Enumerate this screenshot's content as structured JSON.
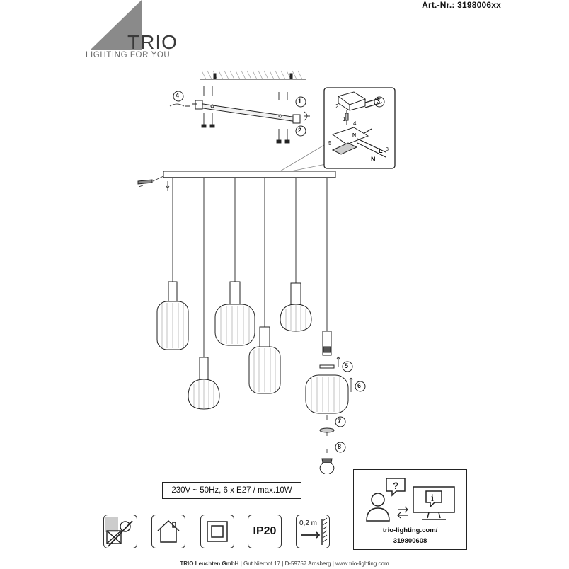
{
  "header": {
    "article_number": "Art.-Nr.: 3198006xx",
    "brand": "TRIO",
    "tagline": "LIGHTING FOR YOU"
  },
  "steps": [
    "1",
    "2",
    "3",
    "4",
    "5",
    "6",
    "7",
    "8"
  ],
  "wiring_labels": {
    "neutral": "N",
    "live": "L",
    "screw_a": "2",
    "screw_b": "1",
    "screw_c": "4",
    "screw_d": "5",
    "screw_e": "3"
  },
  "specs": "230V ~ 50Hz, 6 x E27 / max.10W",
  "symbols": {
    "ip_rating": "IP20",
    "distance": "0,2 m"
  },
  "info_box": {
    "url": "trio-lighting.com/",
    "code": "319800608"
  },
  "footer": {
    "company": "TRIO Leuchten GmbH",
    "address": "Gut Nierhof 17",
    "city": "D-59757 Arnsberg",
    "website": "www.trio-lighting.com"
  },
  "colors": {
    "ink": "#222222",
    "logo_gray": "#8a8a8a"
  }
}
